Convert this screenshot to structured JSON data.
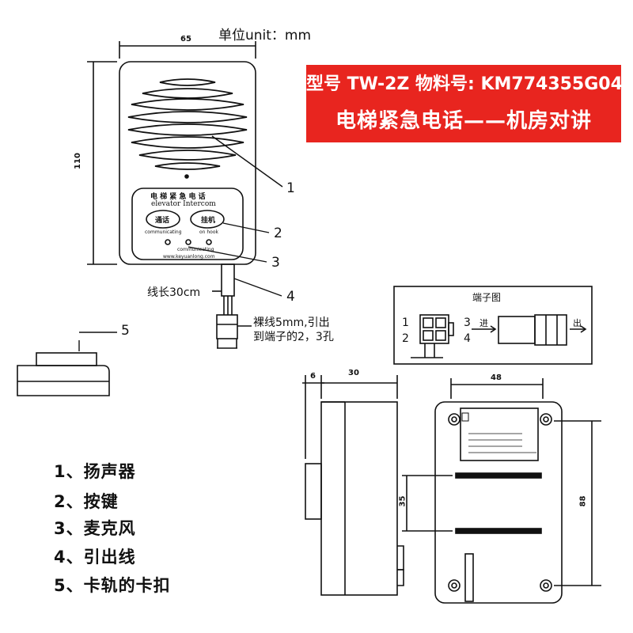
{
  "unit_label": "单位unit：mm",
  "header": {
    "model_line": "型号 TW-2Z  物料号: KM774355G04",
    "product_line": "电梯紧急电话——机房对讲"
  },
  "front_view": {
    "width_dim": "65",
    "height_dim": "110",
    "panel_title_cn": "电 梯 紧 急 电 话",
    "panel_title_en": "elevator Intercom",
    "btn_left_label": "通话",
    "btn_left_caption": "communicating",
    "btn_right_label": "挂机",
    "btn_right_caption": "on hook",
    "led_caption": "communicating",
    "website": "www.keyuanlong.com"
  },
  "callouts": {
    "c1": "1",
    "c2": "2",
    "c3": "3",
    "c4": "4",
    "c5": "5"
  },
  "cable": {
    "length_note": "线长30cm",
    "wire_note_line1": "裸线5mm,引出",
    "wire_note_line2": "到端子的2，3孔"
  },
  "terminal": {
    "title": "端子图",
    "pin1": "1",
    "pin2": "2",
    "pin3": "3",
    "pin4": "4",
    "in_label": "进",
    "out_label": "出"
  },
  "side_view": {
    "dim_6": "6",
    "dim_30": "30"
  },
  "back_view": {
    "dim_48": "48",
    "dim_35": "35",
    "dim_88": "88"
  },
  "legend": [
    "1、扬声器",
    "2、按键",
    "3、麦克风",
    "4、引出线",
    "5、卡轨的卡扣"
  ],
  "colors": {
    "banner": "#e8251f",
    "ink": "#111111"
  }
}
